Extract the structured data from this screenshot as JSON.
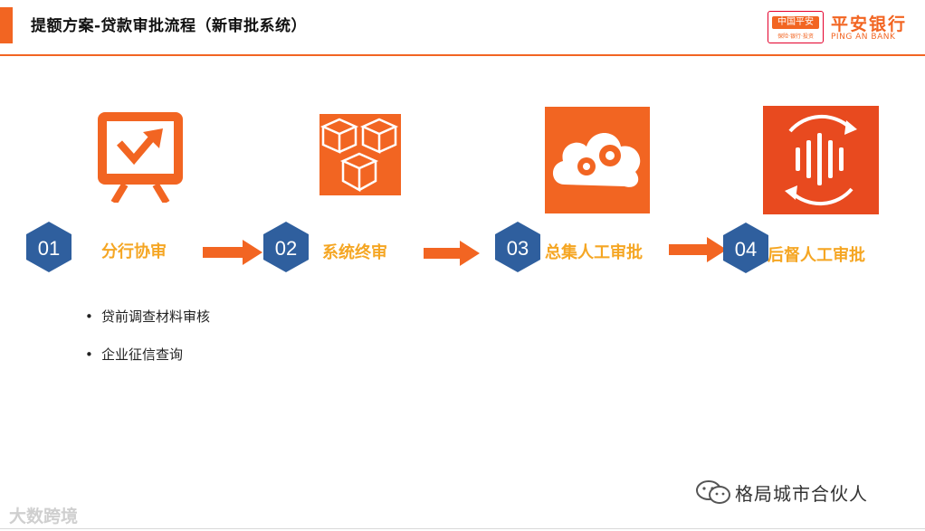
{
  "header": {
    "title": "提额方案-贷款审批流程（新审批系统）",
    "accent_color": "#f26522"
  },
  "logo": {
    "box_text": "中国平安",
    "box_sub": "保险·银行·投资",
    "name": "平安银行",
    "english": "PING AN BANK"
  },
  "steps": [
    {
      "number": "01",
      "label": "分行协审",
      "icon": "presentation-arrow-icon"
    },
    {
      "number": "02",
      "label": "系统终审",
      "icon": "cubes-icon"
    },
    {
      "number": "03",
      "label": "总集人工审批",
      "icon": "cloud-gears-icon"
    },
    {
      "number": "04",
      "label": "后督人工审批",
      "icon": "audio-refresh-icon"
    }
  ],
  "bullets": [
    "贷前调查材料审核",
    "企业征信查询"
  ],
  "watermarks": {
    "left": "大数跨境",
    "right": "格局城市合伙人"
  },
  "colors": {
    "orange": "#f26522",
    "hex_blue": "#2f5f9e",
    "label_gold": "#f5a623"
  }
}
